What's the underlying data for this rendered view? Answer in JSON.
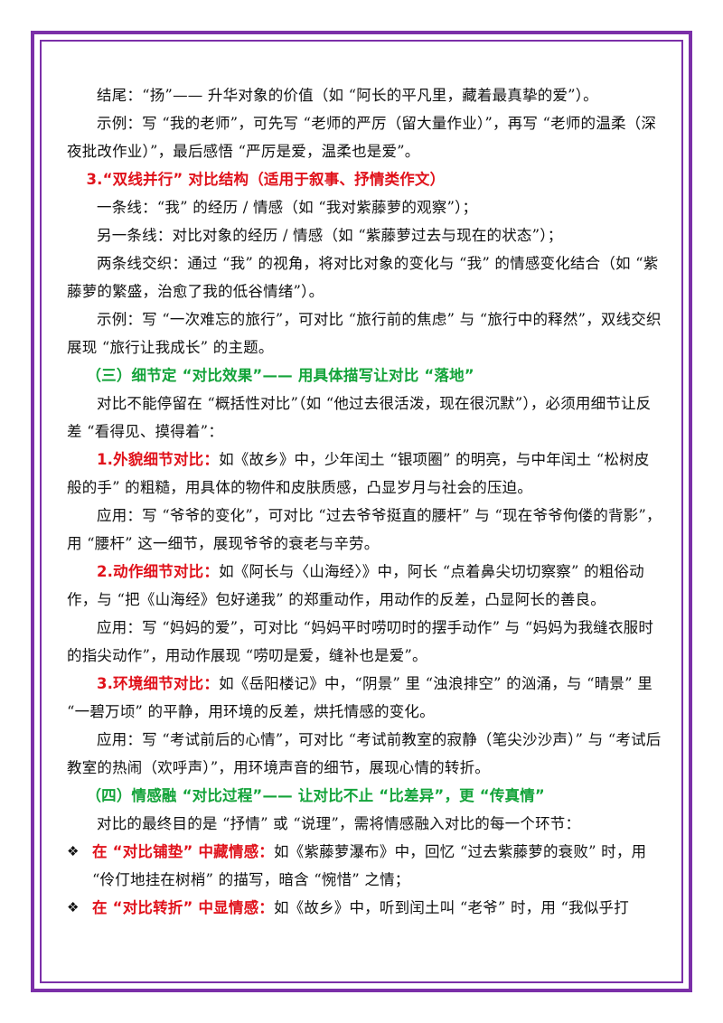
{
  "paragraphs": {
    "p1": "结尾：“扬”—— 升华对象的价值（如 “阿长的平凡里，藏着最真挚的爱”）。",
    "p2": "示例：写 “我的老师”，可先写 “老师的严厉（留大量作业）”，再写 “老师的温柔（深夜批改作业）”，最后感悟 “严厉是爱，温柔也是爱”。",
    "h3": "3.“双线并行” 对比结构（适用于叙事、抒情类作文）",
    "p4": "一条线：“我” 的经历 / 情感（如 “我对紫藤萝的观察”）；",
    "p5": "另一条线：对比对象的经历 / 情感（如 “紫藤萝过去与现在的状态”）；",
    "p6": "两条线交织：通过 “我” 的视角，将对比对象的变化与 “我” 的情感变化结合（如 “紫藤萝的繁盛，治愈了我的低谷情绪”）。",
    "p7": "示例：写 “一次难忘的旅行”，可对比 “旅行前的焦虑” 与 “旅行中的释然”，双线交织展现 “旅行让我成长” 的主题。",
    "sec3": "（三）细节定 “对比效果”—— 用具体描写让对比 “落地”",
    "p9": "对比不能停留在 “概括性对比”（如 “他过去很活泼，现在很沉默”），必须用细节让反差 “看得见、摸得着”：",
    "i1_label": "1.外貌细节对比：",
    "i1_text": "如《故乡》中，少年闰土 “银项圈” 的明亮，与中年闰土 “松树皮般的手” 的粗糙，用具体的物件和皮肤质感，凸显岁月与社会的压迫。",
    "a1": "应用：写 “爷爷的变化”，可对比 “过去爷爷挺直的腰杆” 与 “现在爷爷佝偻的背影”，用 “腰杆” 这一细节，展现爷爷的衰老与辛劳。",
    "i2_label": "2.动作细节对比：",
    "i2_text": "如《阿长与〈山海经〉》中，阿长 “点着鼻尖切切察察” 的粗俗动作，与 “把《山海经》包好递我” 的郑重动作，用动作的反差，凸显阿长的善良。",
    "a2": "应用：写 “妈妈的爱”，可对比 “妈妈平时唠叨时的摆手动作” 与 “妈妈为我缝衣服时的指尖动作”，用动作展现 “唠叨是爱，缝补也是爱”。",
    "i3_label": "3.环境细节对比：",
    "i3_text": "如《岳阳楼记》中，“阴景” 里 “浊浪排空” 的汹涌，与 “晴景” 里 “一碧万顷” 的平静，用环境的反差，烘托情感的变化。",
    "a3": "应用：写 “考试前后的心情”，可对比 “考试前教室的寂静（笔尖沙沙声）” 与 “考试后教室的热闹（欢呼声）”，用环境声音的细节，展现心情的转折。",
    "sec4": "（四）情感融 “对比过程”—— 让对比不止 “比差异”，更 “传真情”",
    "p16": "对比的最终目的是 “抒情” 或 “说理”，需将情感融入对比的每一个环节：",
    "b1_label": "在 “对比铺垫” 中藏情感：",
    "b1_text": "如《紫藤萝瀑布》中，回忆 “过去紫藤萝的衰败” 时，用 “伶仃地挂在树梢” 的描写，暗含 “惋惜” 之情；",
    "b2_label": "在 “对比转折” 中显情感：",
    "b2_text": "如《故乡》中，听到闰土叫 “老爷” 时，用 “我似乎打",
    "bullet_glyph": "❖"
  }
}
